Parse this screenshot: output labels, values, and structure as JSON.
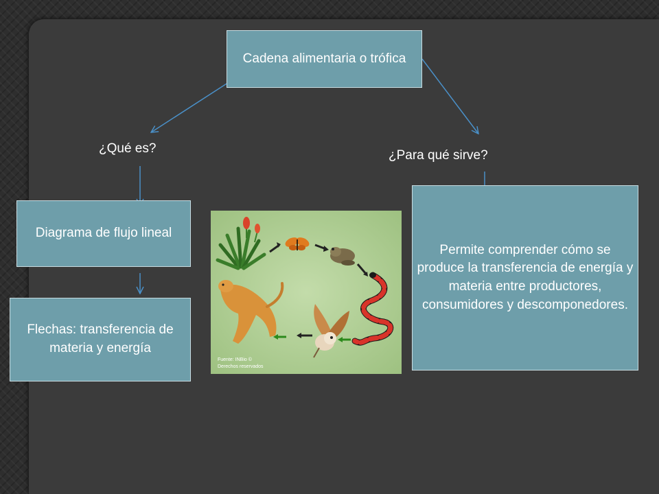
{
  "diagram": {
    "title_box": "Cadena alimentaria o trófica",
    "left_question": "¿Qué es?",
    "right_question": "¿Para qué sirve?",
    "left_box_1": "Diagrama de flujo lineal",
    "left_box_2": "Flechas: transferencia de materia y energía",
    "right_box": "Permite comprender cómo se produce la transferencia de energía y materia entre productores, consumidores y descomponedores."
  },
  "image": {
    "credit_line_1": "Fuente: INBio ©",
    "credit_line_2": "Derechos reservados"
  },
  "colors": {
    "box_fill": "#6e9eaa",
    "connector": "#4a90c8",
    "illustration_bg": "#a9c98f"
  }
}
